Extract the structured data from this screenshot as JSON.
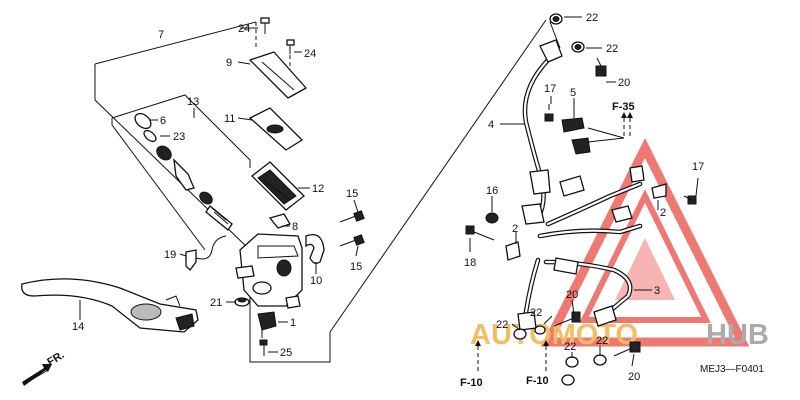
{
  "diagram": {
    "code": "MEJ3—F0401",
    "front_arrow_label": "FR.",
    "callouts": {
      "c1": "1",
      "c2a": "2",
      "c2b": "2",
      "c3": "3",
      "c4": "4",
      "c5": "5",
      "c6": "6",
      "c7": "7",
      "c8": "8",
      "c9": "9",
      "c10": "10",
      "c11": "11",
      "c12": "12",
      "c13": "13",
      "c14": "14",
      "c15a": "15",
      "c15b": "15",
      "c16": "16",
      "c17a": "17",
      "c17b": "17",
      "c18": "18",
      "c19": "19",
      "c20a": "20",
      "c20b": "20",
      "c20c": "20",
      "c21": "21",
      "c22a": "22",
      "c22b": "22",
      "c22c": "22",
      "c22d": "22",
      "c22e": "22",
      "c22f": "22",
      "c23": "23",
      "c24a": "24",
      "c24b": "24",
      "c25": "25"
    },
    "refs": {
      "r1": "F-35",
      "r2": "F-10",
      "r3": "F-10"
    }
  },
  "watermark": {
    "text_orange": "AUTOMOTO",
    "text_grey": "HUB",
    "color_triangle": "#e8453c",
    "color_orange": "#f0a52a",
    "color_grey": "#8c8c8c"
  }
}
